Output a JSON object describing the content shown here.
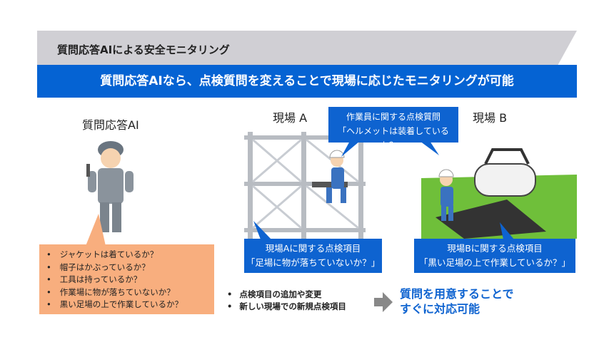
{
  "header": {
    "title": "質問応答AIによる安全モニタリング"
  },
  "banner": {
    "text": "質問応答AIなら、点検質問を変えることで現場に応じたモニタリングが可能"
  },
  "ai": {
    "label": "質問応答AI",
    "questions": [
      "ジャケットは着ているか？",
      "帽子はかぶっているか？",
      "工具は持っているか？",
      "作業場に物が落ちていないか？",
      "黒い足場の上で作業しているか？"
    ]
  },
  "site_a": {
    "label": "現場 A",
    "box_title": "現場Aに関する点検項目",
    "box_question": "「足場に物が落ちていないか？」"
  },
  "site_b": {
    "label": "現場 B",
    "box_title": "現場Bに関する点検項目",
    "box_question": "「黒い足場の上で作業しているか？」"
  },
  "worker_bubble": {
    "title": "作業員に関する点検質問",
    "question": "「ヘルメットは装着しているか？」"
  },
  "bottom": {
    "bullets": [
      "点検項目の追加や変更",
      "新しい現場での新規点検項目"
    ],
    "result_line1": "質問を用意することで",
    "result_line2": "すぐに対応可能"
  },
  "colors": {
    "blue": "#0563d3",
    "orange": "#f8ae7e",
    "gray": "#d0cfd4",
    "green": "#6fbf3a"
  }
}
